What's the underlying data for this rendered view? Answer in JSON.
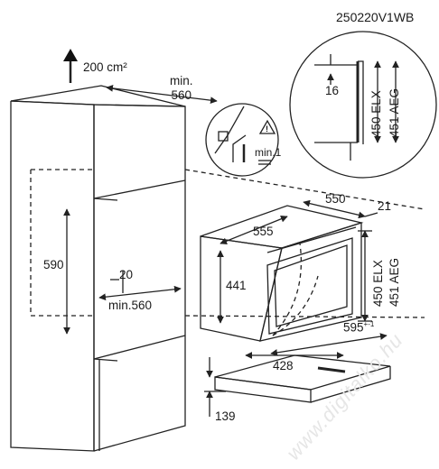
{
  "code": "250220V1WB",
  "labels": {
    "vent_area": "200 cm²",
    "min_560_top": "min.\n560",
    "min_1": "min.1",
    "d16": "16",
    "d450_elx_detail": "450 ELX",
    "d451_aeg_detail": "451 AEG",
    "d590": "590",
    "d20": "20",
    "min_560_side": "min.560",
    "d550": "550",
    "d21": "21",
    "d555": "555",
    "d441": "441",
    "d450_elx": "450 ELX",
    "d451_aeg": "451 AEG",
    "d595_base": "595",
    "d595_sup": "+-1",
    "d428": "428",
    "d139": "139"
  },
  "watermark": "www.digitalko.hu"
}
